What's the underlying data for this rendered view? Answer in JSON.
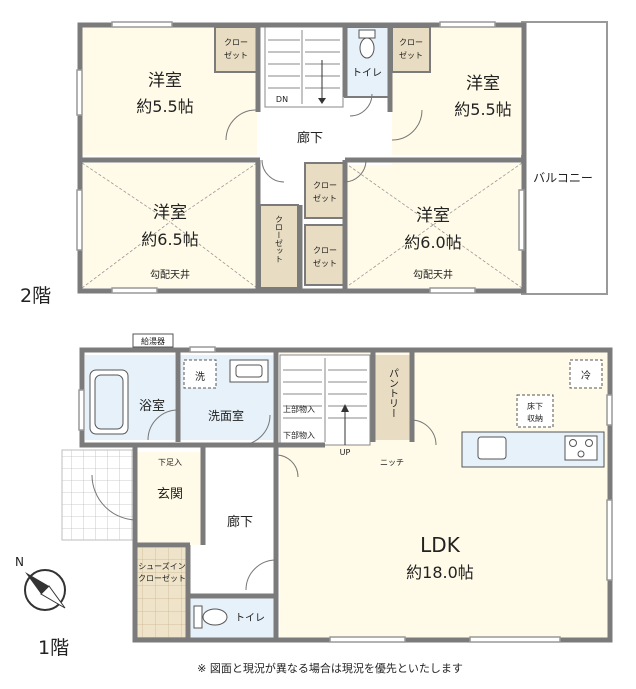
{
  "floor2": {
    "label": "2階",
    "rooms": [
      {
        "name": "洋室",
        "size": "約5.5帖"
      },
      {
        "name": "洋室",
        "size": "約5.5帖"
      },
      {
        "name": "洋室",
        "size": "約6.5帖"
      },
      {
        "name": "洋室",
        "size": "約6.0帖"
      }
    ],
    "closet": "クローゼット",
    "closet_top_left": [
      "クロー",
      "ゼット"
    ],
    "closet_top_right": [
      "クロー",
      "ゼット"
    ],
    "closet_mid_upper": [
      "クロー",
      "ゼット"
    ],
    "closet_mid_lower": [
      "クロー",
      "ゼット"
    ],
    "toilet": "トイレ",
    "corridor": "廊下",
    "stairs_dn": "DN",
    "balcony": "バルコニー",
    "sloped_ceiling": "勾配天井"
  },
  "floor1": {
    "label": "1階",
    "water_heater": "給湯器",
    "bathroom": "浴室",
    "washroom": "洗面室",
    "washer": "洗",
    "pantry": "パントリー",
    "fridge": "冷",
    "underfloor_storage": [
      "床下",
      "収納"
    ],
    "upper_storage": "上部物入",
    "lower_storage": "下部物入",
    "stairs_up": "UP",
    "niche": "ニッチ",
    "shoe_cabinet": "下足入",
    "entrance": "玄関",
    "corridor": "廊下",
    "shoe_closet": [
      "シューズイン",
      "クローゼット"
    ],
    "toilet": "トイレ",
    "ldk": {
      "name": "LDK",
      "size": "約18.0帖"
    }
  },
  "note": "※ 図面と現況が異なる場合は現況を優先といたします",
  "colors": {
    "wall": "#7b7b7b",
    "room_fill": "#fffbe8",
    "water_fill": "#e6f1fa",
    "closet_fill": "#e8dcc2",
    "shoe_fill": "#efe4c9",
    "entry_tile": "#ffffff",
    "text": "#222222"
  },
  "icons": {
    "compass": "north-arrow-icon"
  }
}
